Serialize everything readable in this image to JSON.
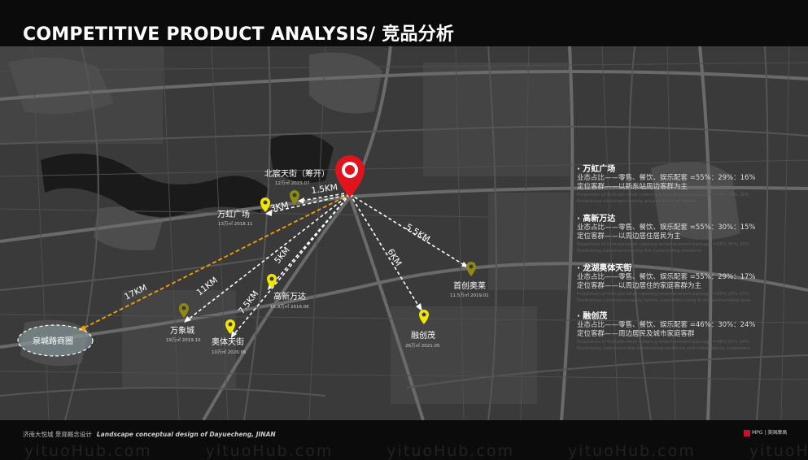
{
  "title": "COMPETITIVE PRODUCT ANALYSIS/ 竞品分析",
  "map_labels": {
    "beichen": {
      "name": "北宸天街（筹开）",
      "sub": "12万㎡  2023.07"
    },
    "wanhong": {
      "name": "万虹广场",
      "sub": "13万㎡  2018.11"
    },
    "gaoxin": {
      "name": "高新万达",
      "sub": "15.9万㎡  2016.06"
    },
    "wanxiang": {
      "name": "万象城",
      "sub": "19万㎡  2019.10"
    },
    "aoti": {
      "name": "奥体天街",
      "sub": "10万㎡  2020.06"
    },
    "rongchuang": {
      "name": "融创茂",
      "sub": "26万㎡  2021.05"
    },
    "shouchuang": {
      "name": "首创奥莱",
      "sub": "11.5万㎡  2019.01"
    },
    "quancheng": {
      "name": "泉城路商圈"
    }
  },
  "distances": {
    "d1": "1.5KM",
    "d2": "3KM",
    "d3": "5KM",
    "d4": "7.5KM",
    "d5": "11KM",
    "d6": "17KM",
    "d7": "6KM",
    "d8": "5.5KM"
  },
  "panel": [
    {
      "head": "· 万虹广场",
      "ratio": "业态占比——零售、餐饮、娱乐配套 =55%：29%：16%",
      "position": "定位客群——以新东站周边客群为主",
      "faint1": "Proportion of formats-retail catering entertainment package =55% 29% 16%",
      "faint2": "Positioning customers-mainly around Xindong Station"
    },
    {
      "head": "· 高新万达",
      "ratio": "业态占比——零售、餐饮、娱乐配套 =55%：30%：15%",
      "position": "定位客群——以周边居住居民为主",
      "faint1": "Proportion of formats-retail catering entertainment package =55% 30% 15%",
      "faint2": "Positioning customers-mainly the surrounding residents"
    },
    {
      "head": "· 龙湖奥体天街",
      "ratio": "业态占比——零售、餐饮、娱乐配套 =55%：29%：17%",
      "position": "定位客群——以周边居住的家庭客群为主",
      "faint1": "Proportion of formats-retail catering entertainment package =55% 29% 17%",
      "faint2": "Positioning customers-mainly family customers living in the surrounding area"
    },
    {
      "head": "· 融创茂",
      "ratio": "业态占比——零售、餐饮、娱乐配套 =46%：30%：24%",
      "position": "定位客群——周边居民及城市家庭客群",
      "faint1": "Proportion of formats-retail catering entertainment package =46% 30% 24%",
      "faint2": "Positioning customers-the surrounding residents and urban family customers"
    }
  ],
  "footer": {
    "left_cn": "济南大悦城  景观概念设计",
    "left_en": "Landscape conceptual design of Dayuecheng, JINAN",
    "right": "MPG | 美国摩高"
  },
  "watermark": "yituoHub.com yituoHub.com yituoHub.com yituoHub.com yituoHub.com",
  "colors": {
    "pin_red": "#e0141e",
    "marker_yellow": "#f2e600",
    "marker_olive": "#8c8a14",
    "route_orange": "#f5a000"
  }
}
